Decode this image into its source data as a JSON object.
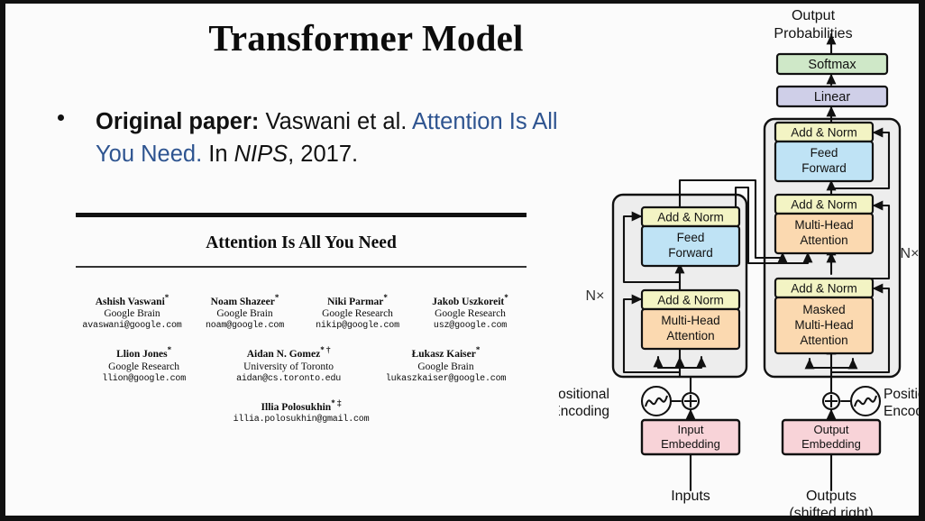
{
  "slide": {
    "title": "Transformer Model",
    "bullet": {
      "dot": "•",
      "label": "Original paper:",
      "authors": " Vaswani et al. ",
      "paper_link": "Attention Is All You Need.",
      "in_word": " In ",
      "venue": "NIPS",
      "year": ", 2017."
    },
    "link_color": "#2e5490"
  },
  "paper": {
    "title": "Attention Is All You Need",
    "authors": [
      {
        "name": "Ashish Vaswani",
        "mark": "*",
        "affiliation": "Google Brain",
        "email": "avaswani@google.com"
      },
      {
        "name": "Noam Shazeer",
        "mark": "*",
        "affiliation": "Google Brain",
        "email": "noam@google.com"
      },
      {
        "name": "Niki Parmar",
        "mark": "*",
        "affiliation": "Google Research",
        "email": "nikip@google.com"
      },
      {
        "name": "Jakob Uszkoreit",
        "mark": "*",
        "affiliation": "Google Research",
        "email": "usz@google.com"
      },
      {
        "name": "Llion Jones",
        "mark": "*",
        "affiliation": "Google Research",
        "email": "llion@google.com"
      },
      {
        "name": "Aidan N. Gomez",
        "mark": "* †",
        "affiliation": "University of Toronto",
        "email": "aidan@cs.toronto.edu"
      },
      {
        "name": "Łukasz Kaiser",
        "mark": "*",
        "affiliation": "Google Brain",
        "email": "lukaszkaiser@google.com"
      },
      {
        "name": "Illia Polosukhin",
        "mark": "* ‡",
        "affiliation": "",
        "email": "illia.polosukhin@gmail.com"
      }
    ]
  },
  "diagram": {
    "top_label_line1": "Output",
    "top_label_line2": "Probabilities",
    "blocks": {
      "softmax": "Softmax",
      "linear": "Linear",
      "add_norm": "Add & Norm",
      "feed_forward_1": "Feed",
      "feed_forward_2": "Forward",
      "multi_head_1": "Multi-Head",
      "multi_head_2": "Attention",
      "masked_1": "Masked",
      "masked_2": "Multi-Head",
      "masked_3": "Attention",
      "input_embedding_1": "Input",
      "input_embedding_2": "Embedding",
      "output_embedding_1": "Output",
      "output_embedding_2": "Embedding"
    },
    "labels": {
      "nx_encoder": "N×",
      "nx_decoder": "N×",
      "pos_enc_left_1": "Positional",
      "pos_enc_left_2": "Encoding",
      "pos_enc_right_1": "Positional",
      "pos_enc_right_2": "Encoding",
      "inputs": "Inputs",
      "outputs_1": "Outputs",
      "outputs_2": "(shifted right)"
    },
    "colors": {
      "add_norm": "#f3f4c4",
      "feed_forward": "#bfe3f5",
      "attention": "#fbd9b0",
      "softmax": "#cfe8c8",
      "linear": "#cfcfe8",
      "embedding": "#f8d3d8",
      "stack_bg": "#eeeeee",
      "stroke": "#111111"
    }
  }
}
